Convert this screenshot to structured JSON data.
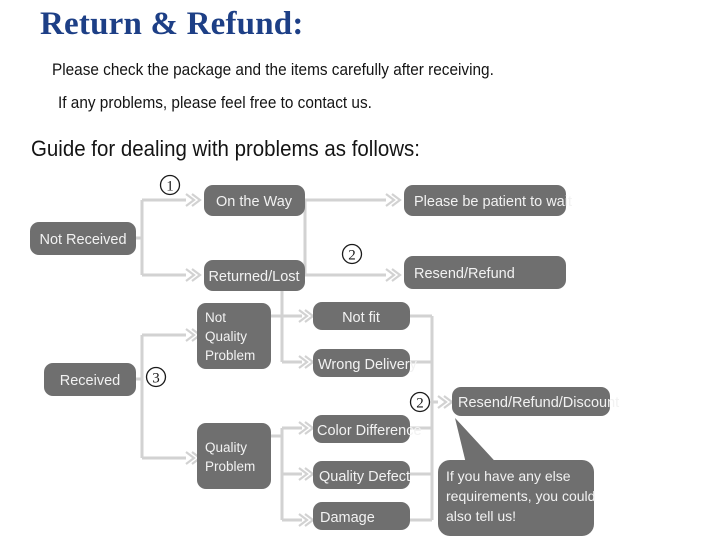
{
  "page": {
    "title": "Return & Refund:",
    "title_color": "#1d3f86",
    "intro_lines": [
      "Please check the package and the items carefully after receiving.",
      "If any problems, please feel free to contact us."
    ],
    "guide_heading": "Guide for dealing with problems as follows:"
  },
  "flowchart": {
    "box_fill": "#6f6f6f",
    "box_text_color": "#f2f2f2",
    "line_color": "#d2d2d2",
    "nodes": {
      "not_received": "Not Received",
      "on_the_way": "On the Way",
      "returned_lost": "Returned/Lost",
      "please_wait": "Please be patient to wait",
      "resend_refund": "Resend/Refund",
      "received": "Received",
      "not_quality_problem": [
        "Not",
        "Quality",
        "Problem"
      ],
      "quality_problem": [
        "Quality",
        "Problem"
      ],
      "not_fit": "Not fit",
      "wrong_delivery": "Wrong Delivery",
      "color_difference": "Color Difference",
      "quality_defect": "Quality Defect",
      "damage": "Damage",
      "resend_refund_discount": "Resend/Refund/Discount"
    },
    "markers": {
      "m1": "①",
      "m2_top": "②",
      "m3": "③",
      "m2_bottom": "②"
    },
    "callout": {
      "lines": [
        "If you have any else",
        "requirements, you could",
        "also tell us!"
      ]
    }
  }
}
